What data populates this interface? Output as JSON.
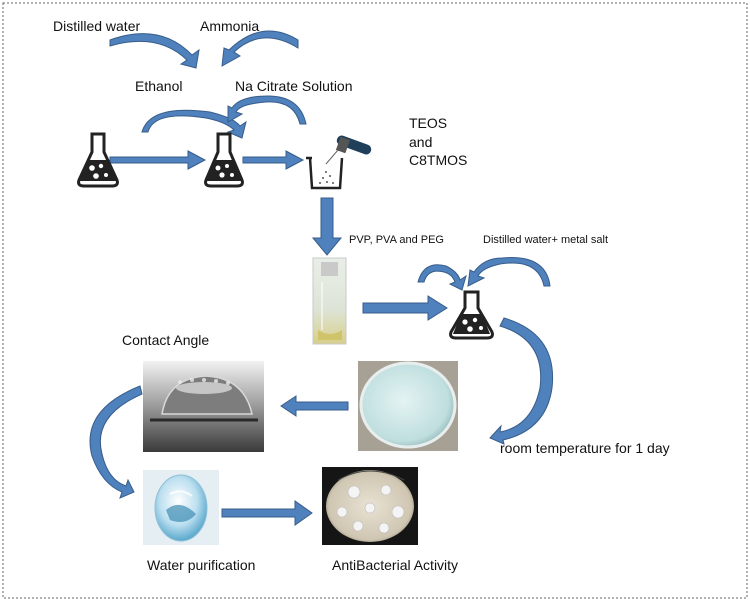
{
  "labels": {
    "distilled_water": "Distilled water",
    "ammonia": "Ammonia",
    "ethanol": "Ethanol",
    "na_citrate": "Na Citrate Solution",
    "teos": "TEOS",
    "and": "and",
    "c8tmos": "C8TMOS",
    "polymers": "PVP, PVA and PEG",
    "water_metal_salt": "Distilled water+ metal salt",
    "contact_angle": "Contact Angle",
    "room_temperature": "room temperature for 1 day",
    "water_purification": "Water purification",
    "antibacterial": "AntiBacterial Activity"
  },
  "colors": {
    "arrow": "#4f81bd",
    "arrow_edge": "#385d8a",
    "flask": "#222222",
    "border": "#666666"
  }
}
